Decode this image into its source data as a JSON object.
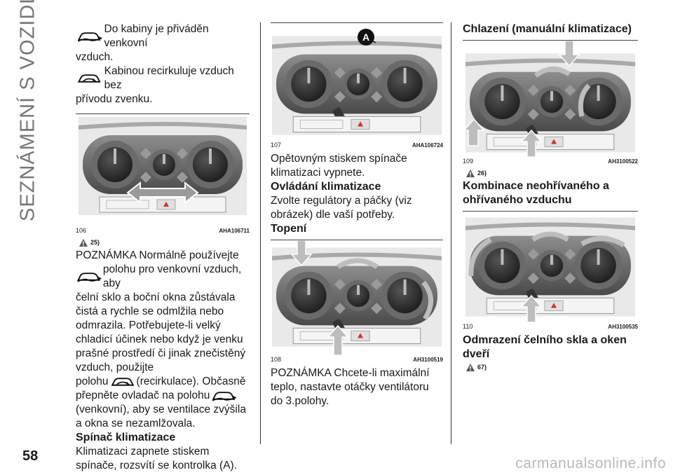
{
  "side_title": "SEZNÁMENÍ S VOZIDLEM",
  "page_number": "58",
  "watermark": "carmanualsonline.info",
  "col1": {
    "line1": "Do kabiny je přiváděn venkovní",
    "line1b": "vzduch.",
    "line2": "Kabinou recirkuluje vzduch bez",
    "line2b": "přívodu zvenku.",
    "fig": {
      "number": "106",
      "code": "AHA106711"
    },
    "note_ref": "25)",
    "note_intro": "POZNÁMKA Normálně používejte",
    "note_l1": "polohu pro venkovní vzduch, aby",
    "note_body": "čelní sklo a boční okna zůstávala čistá a rychle se odmlžila nebo odmrazila. Potřebujete-li velký chladicí účinek nebo když je venku prašné prostředí či jinak znečistěný vzduch, použijte",
    "note_l2a": "polohu",
    "note_l2b": "(recirkulace). Občasně",
    "note_l3": "přepněte ovladač na polohu",
    "note_end": "(venkovní), aby se ventilace zvýšila a okna se nezamlžovala.",
    "h_switch": "Spínač klimatizace",
    "switch_text": "Klimatizaci zapnete stiskem spínače, rozsvítí se kontrolka (A)."
  },
  "col2": {
    "fig1": {
      "number": "107",
      "code": "AHA106724",
      "label": "A"
    },
    "text1": "Opětovným stiskem spínače klimatizaci vypnete.",
    "h_off": "Ovládání klimatizace",
    "text2": "Zvolte regulátory a páčky (viz obrázek) dle vaší potřeby.",
    "h_heat": "Topení",
    "fig2": {
      "number": "108",
      "code": "AH3100519"
    },
    "text3": "POZNÁMKA Chcete-li maximální teplo, nastavte otáčky ventilátoru do 3.polohy."
  },
  "col3": {
    "h_cool": "Chlazení (manuální klimatizace)",
    "fig1": {
      "number": "109",
      "code": "AH3100522"
    },
    "note_ref": "26)",
    "h_comb": "Kombinace neohřívaného a ohřívaného vzduchu",
    "fig2": {
      "number": "110",
      "code": "AH3100535"
    },
    "h_defrost": "Odmrazení čelního skla a oken dveří",
    "note_ref2": "67)"
  }
}
